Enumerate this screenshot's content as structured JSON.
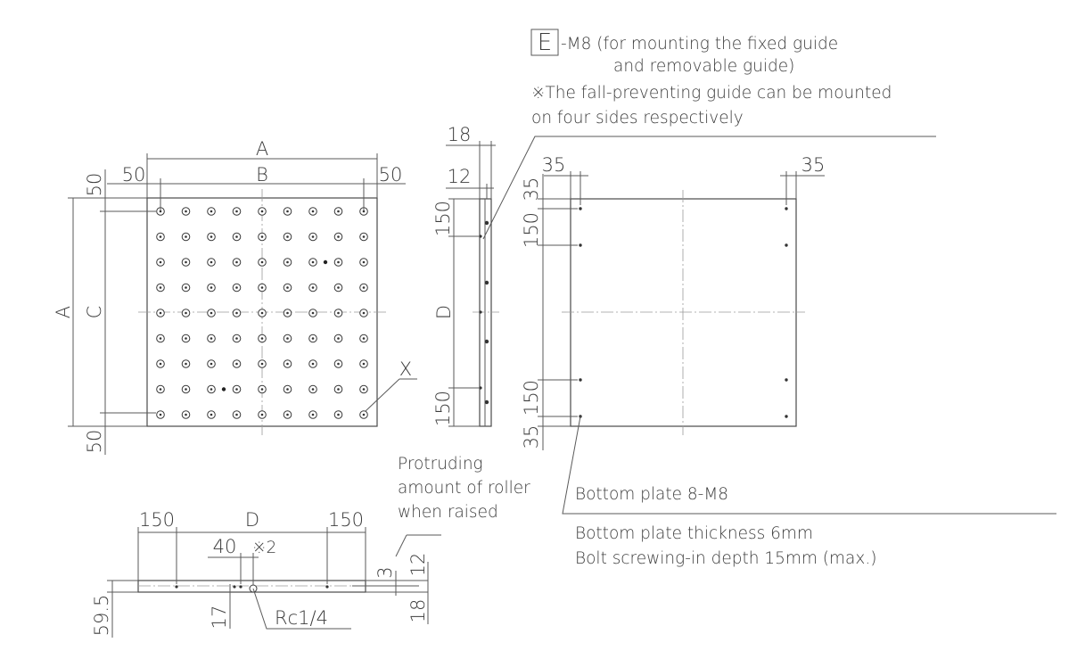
{
  "notes": {
    "e_box": "E",
    "e_line1": "-M8 (for mounting the fixed guide",
    "e_line2": "and removable guide)",
    "e_line3": "※The fall-preventing guide can be mounted",
    "e_line4": "on four sides respectively",
    "protruding1": "Protruding",
    "protruding2": "amount of roller",
    "protruding3": "when raised",
    "bottom_plate": "Bottom plate 8-M8",
    "thickness": "Bottom plate thickness 6mm",
    "depth": "Bolt screwing-in depth 15mm (max.)"
  },
  "front_view": {
    "a_top": "A",
    "b_top": "B",
    "left50": "50",
    "right50": "50",
    "top50": "50",
    "bottom50": "50",
    "a_left": "A",
    "c_left": "C",
    "x_label": "X"
  },
  "side_view": {
    "d18": "18",
    "d12": "12",
    "d150_top": "150",
    "d_mid": "D",
    "d150_bot": "150"
  },
  "rear_view": {
    "left35": "35",
    "right35": "35",
    "v35_top": "35",
    "v150_top": "150",
    "v150_bot": "150",
    "v35_bot": "35"
  },
  "bottom_view": {
    "d150_left": "150",
    "d_mid": "D",
    "d150_right": "150",
    "d40": "40",
    "note2": "※2",
    "d3": "3",
    "d12": "12",
    "d18": "18",
    "d59": "59.5",
    "d17": "17",
    "rc": "Rc1/4"
  }
}
